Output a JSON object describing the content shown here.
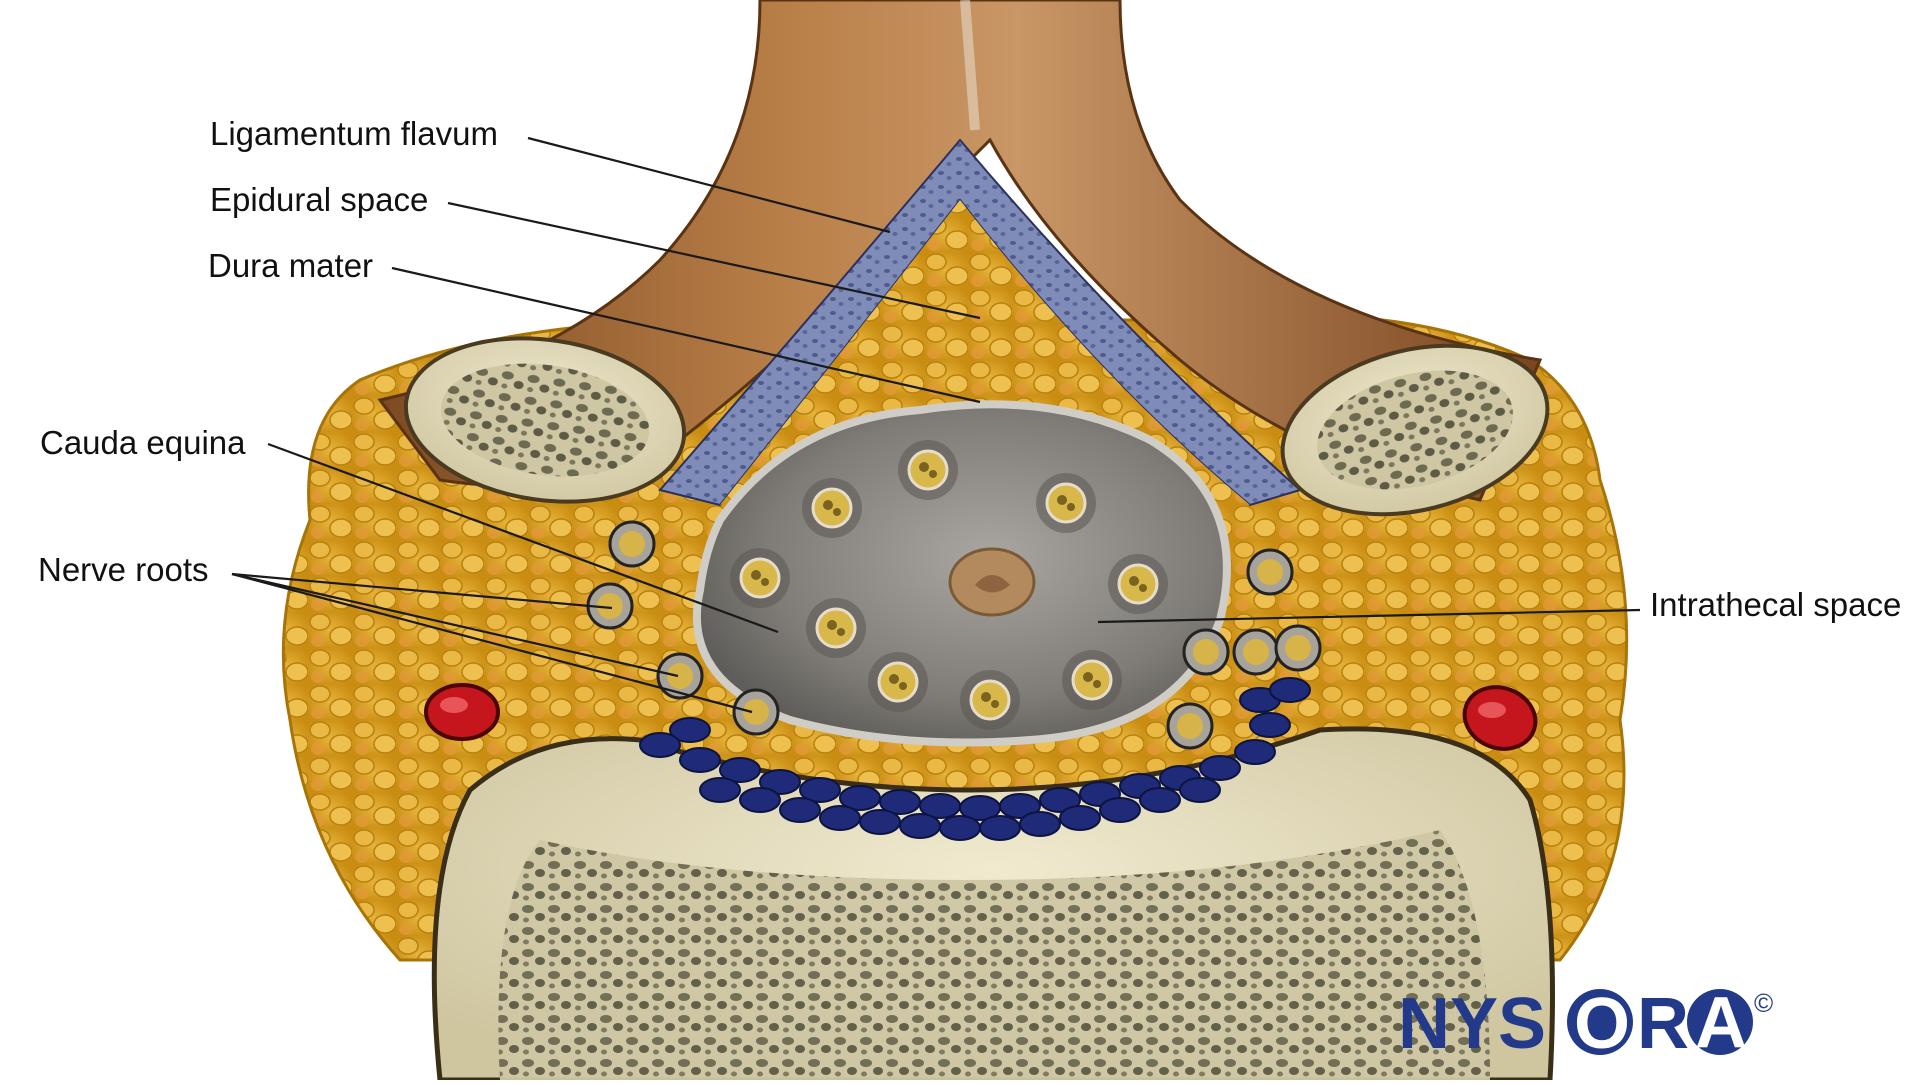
{
  "labels": {
    "ligamentum_flavum": "Ligamentum flavum",
    "epidural_space": "Epidural space",
    "dura_mater": "Dura mater",
    "cauda_equina": "Cauda equina",
    "nerve_roots": "Nerve roots",
    "intrathecal_space": "Intrathecal space"
  },
  "logo": {
    "text_left": "NYS",
    "text_o": "O",
    "text_r": "R",
    "text_a": "A",
    "copyright": "©"
  },
  "colors": {
    "ligament_brown": "#a06a3a",
    "ligament_flavum_blue": "#7a88b4",
    "fat_yellow": "#d9a21f",
    "fat_orange": "#e8923a",
    "dura_gray": "#8e8b86",
    "bone_cream": "#e8e2c4",
    "vein_navy": "#1f2a78",
    "artery_red": "#c4161c",
    "brand_navy": "#233a8b"
  }
}
